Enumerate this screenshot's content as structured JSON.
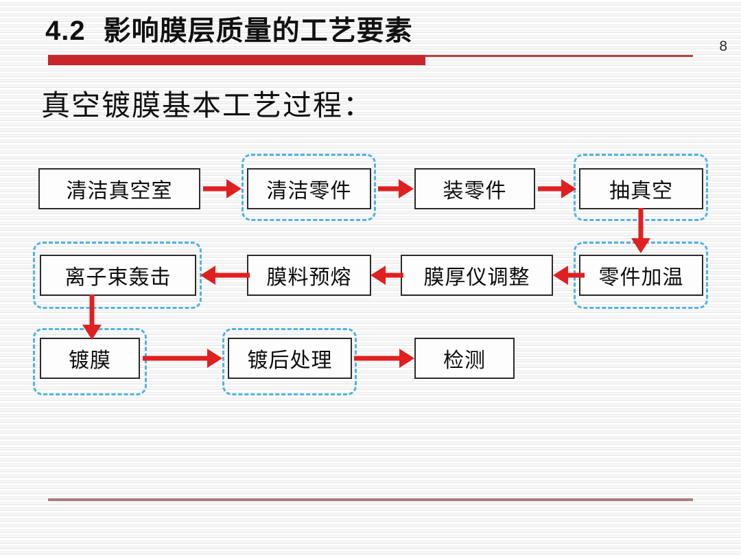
{
  "slide": {
    "section_number": "4.2",
    "title": "影响膜层质量的工艺要素",
    "page_number": "8",
    "subtitle": "真空镀膜基本工艺过程：",
    "accent_color": "#c8252c",
    "arrow_color": "#e02020",
    "highlight_color": "#4fb3e0",
    "box_border_color": "#2b2b2b"
  },
  "flowchart": {
    "nodes": [
      {
        "id": "clean-vacuum-chamber",
        "label": "清洁真空室",
        "highlighted": false,
        "row": 1
      },
      {
        "id": "clean-parts",
        "label": "清洁零件",
        "highlighted": true,
        "row": 1
      },
      {
        "id": "load-parts",
        "label": "装零件",
        "highlighted": false,
        "row": 1
      },
      {
        "id": "pump-vacuum",
        "label": "抽真空",
        "highlighted": true,
        "row": 1
      },
      {
        "id": "heat-parts",
        "label": "零件加温",
        "highlighted": true,
        "row": 2
      },
      {
        "id": "thickness-monitor-adjust",
        "label": "膜厚仪调整",
        "highlighted": false,
        "row": 2
      },
      {
        "id": "premelt-coating-material",
        "label": "膜料预熔",
        "highlighted": false,
        "row": 2
      },
      {
        "id": "ion-beam-bombardment",
        "label": "离子束轰击",
        "highlighted": true,
        "row": 2
      },
      {
        "id": "coating",
        "label": "镀膜",
        "highlighted": true,
        "row": 3
      },
      {
        "id": "post-coating-treatment",
        "label": "镀后处理",
        "highlighted": true,
        "row": 3
      },
      {
        "id": "inspection",
        "label": "检测",
        "highlighted": false,
        "row": 3
      }
    ],
    "edges": [
      {
        "from": "clean-vacuum-chamber",
        "to": "clean-parts",
        "direction": "right"
      },
      {
        "from": "clean-parts",
        "to": "load-parts",
        "direction": "right"
      },
      {
        "from": "load-parts",
        "to": "pump-vacuum",
        "direction": "right"
      },
      {
        "from": "pump-vacuum",
        "to": "heat-parts",
        "direction": "down"
      },
      {
        "from": "heat-parts",
        "to": "thickness-monitor-adjust",
        "direction": "left"
      },
      {
        "from": "thickness-monitor-adjust",
        "to": "premelt-coating-material",
        "direction": "left"
      },
      {
        "from": "premelt-coating-material",
        "to": "ion-beam-bombardment",
        "direction": "left"
      },
      {
        "from": "ion-beam-bombardment",
        "to": "coating",
        "direction": "down"
      },
      {
        "from": "coating",
        "to": "post-coating-treatment",
        "direction": "right"
      },
      {
        "from": "post-coating-treatment",
        "to": "inspection",
        "direction": "right"
      }
    ]
  }
}
